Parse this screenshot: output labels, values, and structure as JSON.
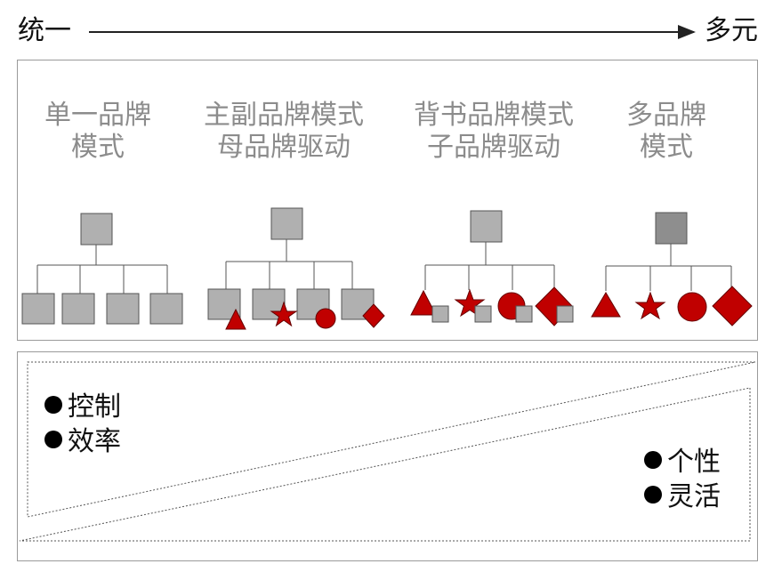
{
  "header": {
    "left_label": "统一",
    "right_label": "多元"
  },
  "models": [
    {
      "title_line1": "单一品牌",
      "title_line2": "模式"
    },
    {
      "title_line1": "主副品牌模式",
      "title_line2": "母品牌驱动"
    },
    {
      "title_line1": "背书品牌模式",
      "title_line2": "子品牌驱动"
    },
    {
      "title_line1": "多品牌",
      "title_line2": "模式"
    }
  ],
  "left_bullets": [
    "控制",
    "效率"
  ],
  "right_bullets": [
    "个性",
    "灵活"
  ],
  "colors": {
    "gray_box": "#b0b0b0",
    "dark_gray_box": "#8e8e8e",
    "brand_red": "#c00000",
    "title_gray": "#8c8c8c"
  }
}
